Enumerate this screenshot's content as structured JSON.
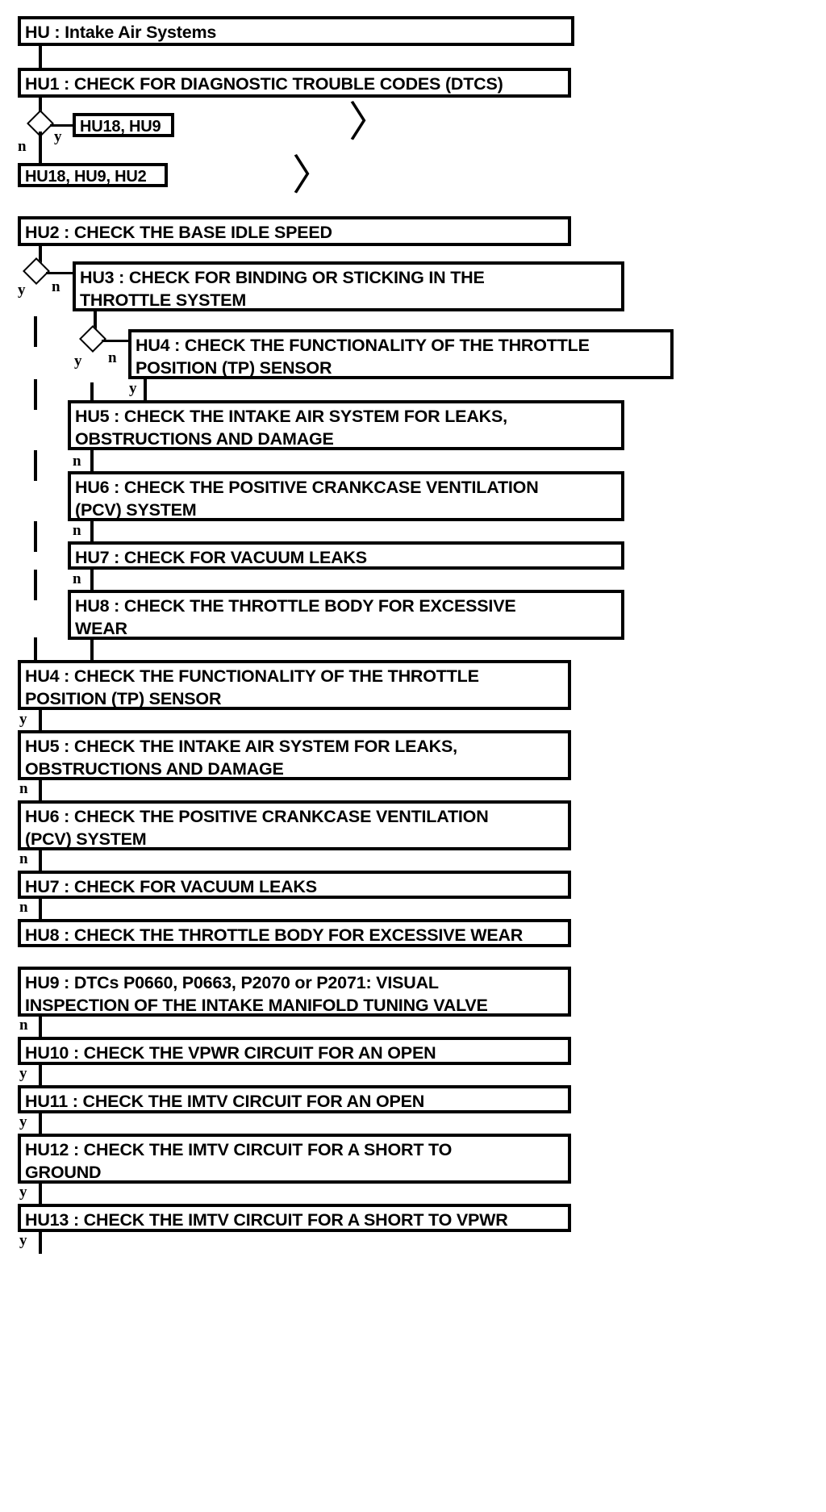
{
  "diagram": {
    "title": "HU : Intake Air Systems",
    "type": "diagnostic-flowchart",
    "nodes": [
      {
        "id": "HU",
        "label": "HU : Intake Air Systems"
      },
      {
        "id": "HU1",
        "label": "HU1 : CHECK FOR DIAGNOSTIC TROUBLE CODES (DTCS)"
      },
      {
        "id": "REF1",
        "label": "HU18, HU9"
      },
      {
        "id": "REF2",
        "label": "HU18, HU9, HU2"
      },
      {
        "id": "HU2",
        "label": "HU2 : CHECK THE BASE IDLE SPEED"
      },
      {
        "id": "HU3",
        "label": "HU3 : CHECK FOR BINDING OR STICKING IN THE\nTHROTTLE SYSTEM"
      },
      {
        "id": "HU4a",
        "label": "HU4 : CHECK THE FUNCTIONALITY OF THE THROTTLE\nPOSITION (TP) SENSOR"
      },
      {
        "id": "HU5a",
        "label": "HU5 : CHECK THE INTAKE AIR SYSTEM FOR LEAKS,\nOBSTRUCTIONS AND DAMAGE"
      },
      {
        "id": "HU6a",
        "label": "HU6 : CHECK THE POSITIVE CRANKCASE VENTILATION\n(PCV) SYSTEM"
      },
      {
        "id": "HU7a",
        "label": "HU7 : CHECK FOR VACUUM LEAKS"
      },
      {
        "id": "HU8a",
        "label": "HU8 : CHECK THE THROTTLE BODY FOR EXCESSIVE\nWEAR"
      },
      {
        "id": "HU4b",
        "label": "HU4 : CHECK THE FUNCTIONALITY OF THE THROTTLE\nPOSITION (TP) SENSOR"
      },
      {
        "id": "HU5b",
        "label": "HU5 : CHECK THE INTAKE AIR SYSTEM FOR LEAKS,\nOBSTRUCTIONS AND DAMAGE"
      },
      {
        "id": "HU6b",
        "label": "HU6 : CHECK THE POSITIVE CRANKCASE VENTILATION\n(PCV) SYSTEM"
      },
      {
        "id": "HU7b",
        "label": "HU7 : CHECK FOR VACUUM LEAKS"
      },
      {
        "id": "HU8b",
        "label": "HU8 : CHECK THE THROTTLE BODY FOR EXCESSIVE WEAR"
      },
      {
        "id": "HU9",
        "label": "HU9 : DTCs P0660, P0663, P2070 or P2071: VISUAL\nINSPECTION OF THE INTAKE MANIFOLD TUNING VALVE"
      },
      {
        "id": "HU10",
        "label": "HU10 : CHECK THE VPWR CIRCUIT FOR AN OPEN"
      },
      {
        "id": "HU11",
        "label": "HU11 : CHECK THE IMTV CIRCUIT FOR AN OPEN"
      },
      {
        "id": "HU12",
        "label": "HU12 : CHECK THE IMTV CIRCUIT FOR A SHORT TO\nGROUND"
      },
      {
        "id": "HU13",
        "label": "HU13 : CHECK THE IMTV CIRCUIT FOR A SHORT TO VPWR"
      }
    ],
    "edge_labels": {
      "hu1_n": "n",
      "hu1_y": "y",
      "hu2_y": "y",
      "hu2_n": "n",
      "hu3_y": "y",
      "hu3_n": "n",
      "hu4a_y": "y",
      "hu5a_n": "n",
      "hu6a_n": "n",
      "hu7a_n": "n",
      "hu4b_y": "y",
      "hu5b_n": "n",
      "hu6b_n": "n",
      "hu7b_n": "n",
      "hu9_n": "n",
      "hu10_y": "y",
      "hu11_y": "y",
      "hu12_y": "y",
      "hu13_y": "y"
    },
    "connector_glyphs": {
      "chevron_1": "〉",
      "chevron_2": "〉"
    },
    "colors": {
      "stroke": "#000000",
      "fill": "#ffffff",
      "text": "#000000"
    }
  }
}
